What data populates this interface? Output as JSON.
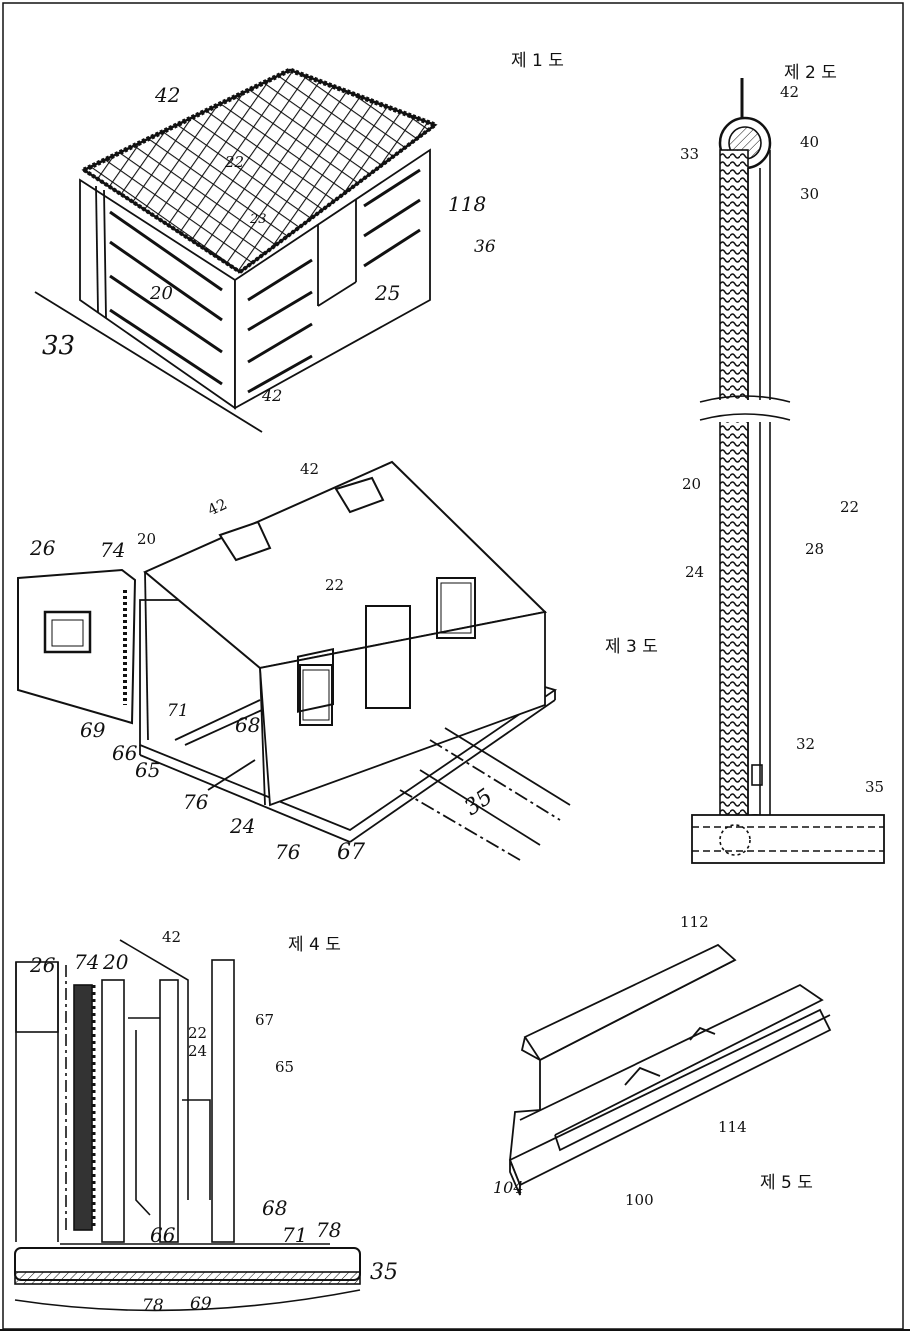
{
  "figures": {
    "fig1": {
      "title": "제 1 도",
      "labels": {
        "a": "42",
        "b": "22",
        "c": "23",
        "d": "118",
        "e": "36",
        "f": "20",
        "g": "25",
        "h": "33",
        "i": "42"
      }
    },
    "fig2": {
      "title": "제 2 도",
      "labels": {
        "a": "42",
        "b": "40",
        "c": "33",
        "d": "30",
        "e": "20",
        "f": "22",
        "g": "28",
        "h": "24",
        "i": "32",
        "j": "35"
      }
    },
    "fig3": {
      "title": "제 3 도",
      "labels": {
        "a": "42",
        "b": "42",
        "c": "26",
        "d": "74",
        "e": "20",
        "f": "22",
        "g": "69",
        "h": "71",
        "i": "68",
        "j": "66",
        "k": "65",
        "l": "76",
        "m": "24",
        "n": "76",
        "o": "67",
        "p": "35"
      }
    },
    "fig4": {
      "title": "제 4 도",
      "labels": {
        "a": "42",
        "b": "26",
        "c": "74",
        "d": "20",
        "e": "67",
        "f": "22",
        "g": "24",
        "h": "65",
        "i": "68",
        "j": "66",
        "k": "71",
        "l": "78",
        "m": "35",
        "n": "78",
        "o": "69"
      }
    },
    "fig5": {
      "title": "제 5 도",
      "labels": {
        "a": "112",
        "b": "114",
        "c": "100",
        "d": "104"
      }
    }
  }
}
